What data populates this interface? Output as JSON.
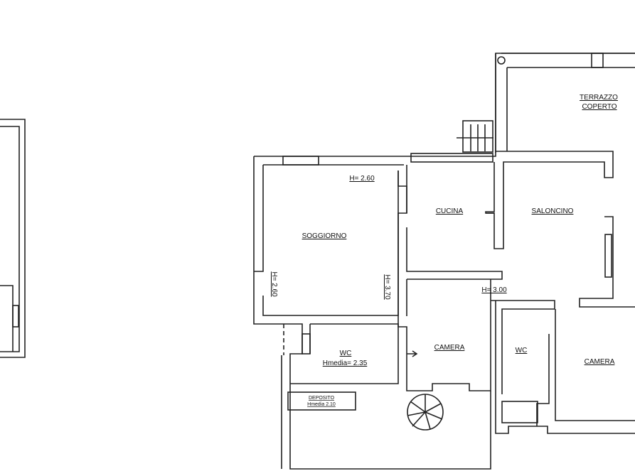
{
  "rooms": {
    "terrazzo_line1": "TERRAZZO",
    "terrazzo_line2": "COPERTO",
    "cucina": "CUCINA",
    "saloncino": "SALONCINO",
    "soggiorno": "SOGGIORNO",
    "camera_center": "CAMERA",
    "camera_right": "CAMERA",
    "wc_left": "WC",
    "wc_left_height": "Hmedia= 2.35",
    "wc_right": "WC",
    "deposito": "DEPOSITO",
    "deposito_height": "Hmedia 2.10"
  },
  "heights": {
    "soggiorno_top": "H= 2.60",
    "soggiorno_left": "H= 2.60",
    "soggiorno_right": "H= 3.70",
    "corridor": "H= 3.00"
  }
}
